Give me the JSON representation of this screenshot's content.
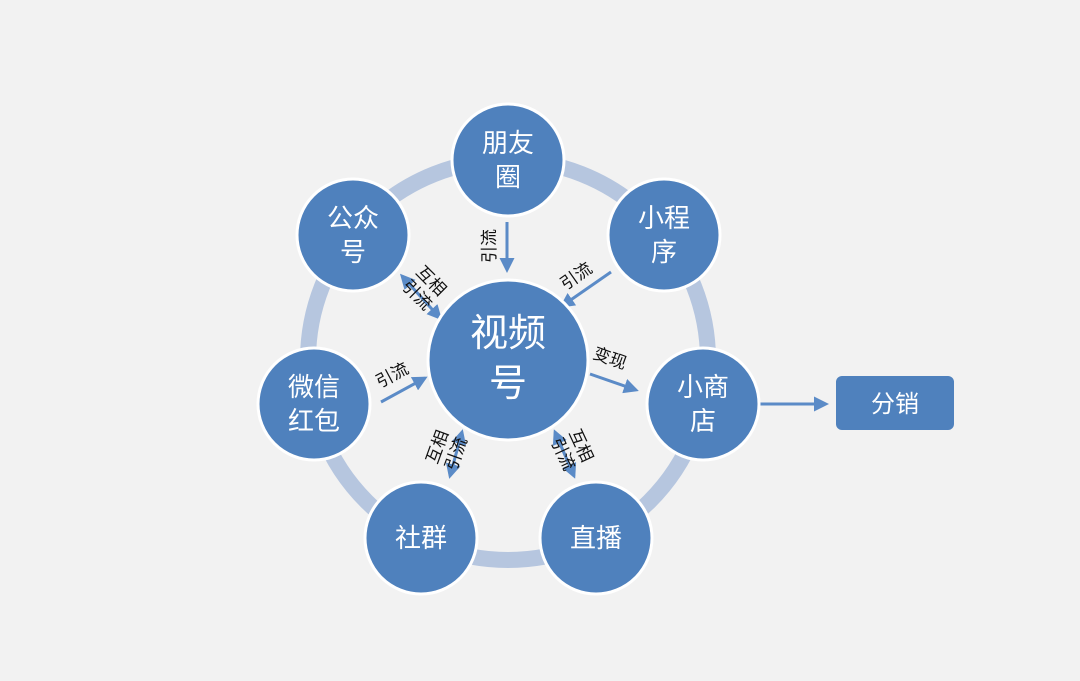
{
  "colors": {
    "background": "#f2f2f2",
    "ring": "#b6c6df",
    "node_fill": "#4f81bd",
    "node_border": "#ffffff",
    "arrow": "#5b8bc7",
    "text_dark": "#111111"
  },
  "diagram": {
    "center": {
      "lines": [
        "视频",
        "号"
      ]
    },
    "nodes": {
      "moments": {
        "lines": [
          "朋友",
          "圈"
        ]
      },
      "mini_program": {
        "lines": [
          "小程",
          "序"
        ]
      },
      "shop": {
        "lines": [
          "小商",
          "店"
        ]
      },
      "live": {
        "lines": [
          "直播"
        ]
      },
      "community": {
        "lines": [
          "社群"
        ]
      },
      "red_packet": {
        "lines": [
          "微信",
          "红包"
        ]
      },
      "official_account": {
        "lines": [
          "公众",
          "号"
        ]
      }
    },
    "distribution": {
      "label": "分销"
    },
    "edges": {
      "moments": [
        "引流"
      ],
      "mini_program": [
        "引流"
      ],
      "shop": [
        "变现"
      ],
      "live": [
        "互相",
        "引流"
      ],
      "community": [
        "互相",
        "引流"
      ],
      "red_packet": [
        "引流"
      ],
      "official_account": [
        "互相",
        "引流"
      ]
    }
  }
}
